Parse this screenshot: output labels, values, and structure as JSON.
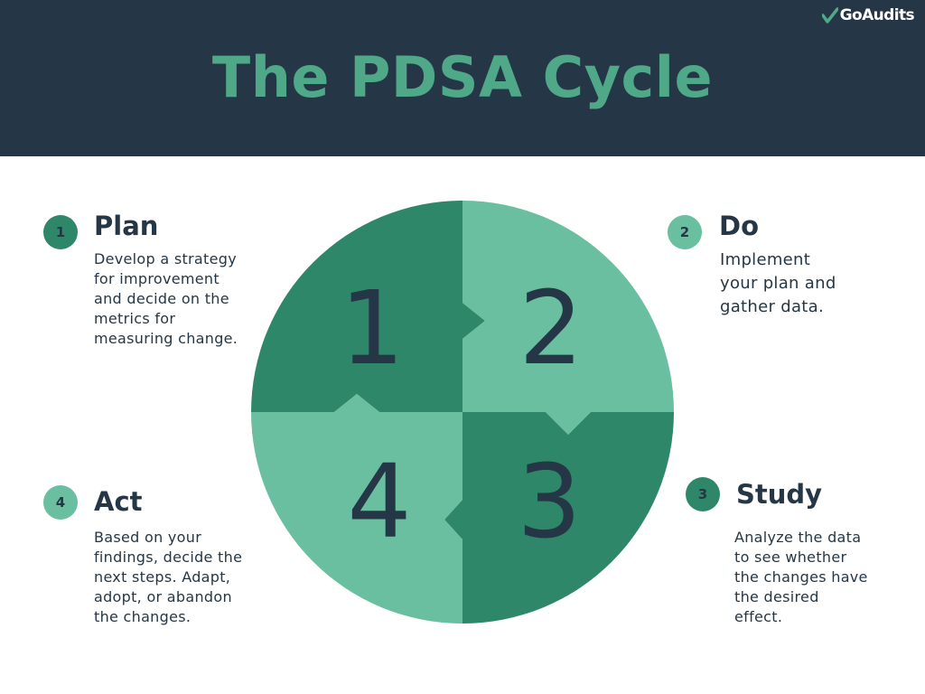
{
  "brand": {
    "name": "GoAudits"
  },
  "header": {
    "title": "The PDSA Cycle"
  },
  "colors": {
    "navy": "#253746",
    "title_green": "#4fa887",
    "dark_green": "#2f8769",
    "light_green": "#69bf9f"
  },
  "cycle": {
    "segments": [
      {
        "number": "1",
        "shade": "dark"
      },
      {
        "number": "2",
        "shade": "light"
      },
      {
        "number": "3",
        "shade": "dark"
      },
      {
        "number": "4",
        "shade": "light"
      }
    ]
  },
  "steps": [
    {
      "number": "1",
      "title": "Plan",
      "lines": [
        "Develop a strategy",
        "for improvement",
        "and decide on the",
        "metrics for",
        "measuring change."
      ]
    },
    {
      "number": "2",
      "title": "Do",
      "lines": [
        "Implement",
        "your plan and",
        "gather data."
      ]
    },
    {
      "number": "3",
      "title": "Study",
      "lines": [
        "Analyze the data",
        "to see whether",
        "the changes have",
        "the desired",
        "effect."
      ]
    },
    {
      "number": "4",
      "title": "Act",
      "lines": [
        "Based on your",
        "findings, decide the",
        "next steps. Adapt,",
        "adopt, or abandon",
        "the changes."
      ]
    }
  ]
}
